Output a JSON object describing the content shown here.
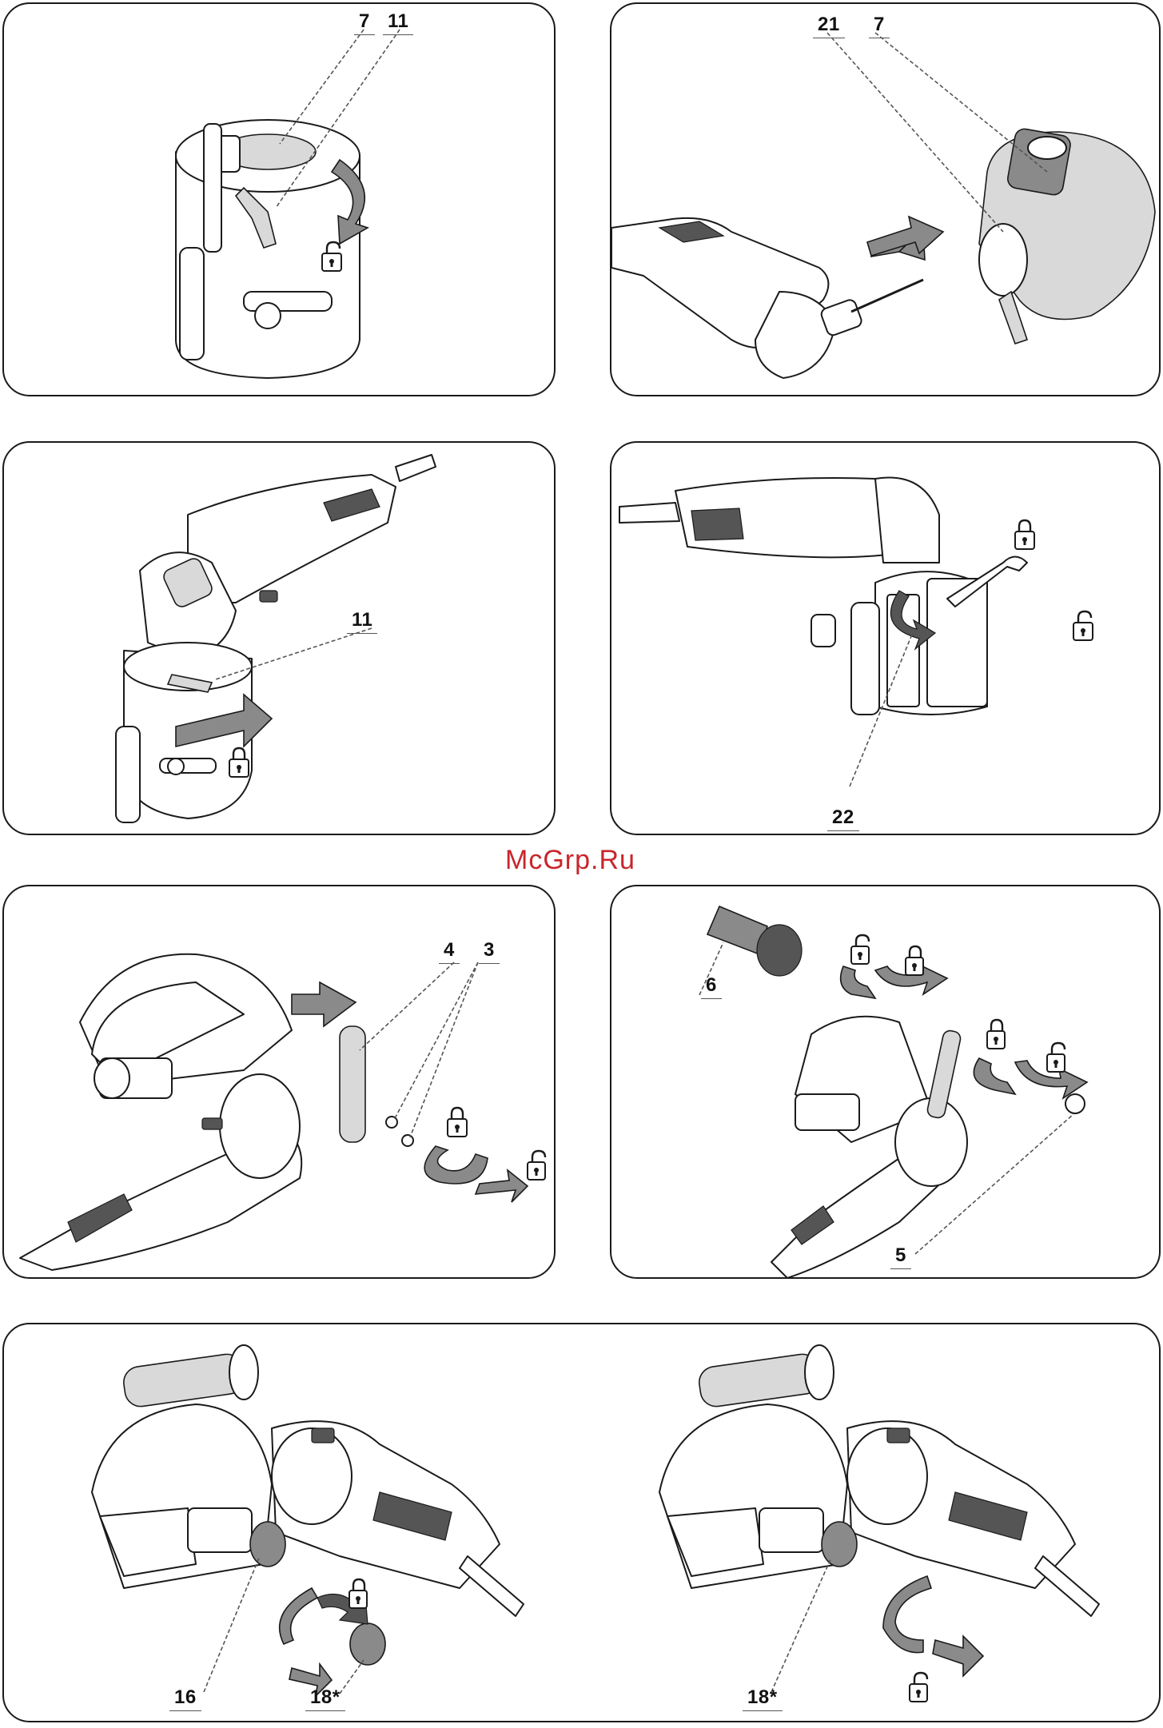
{
  "watermark": "McGrp.Ru",
  "panels": {
    "p1": {
      "callouts": [
        "7",
        "11"
      ]
    },
    "p2": {
      "callouts": [
        "21",
        "7"
      ]
    },
    "p3": {
      "callouts": [
        "11"
      ]
    },
    "p4": {
      "callouts": [
        "22"
      ]
    },
    "p5": {
      "callouts": [
        "4",
        "3"
      ]
    },
    "p6": {
      "callouts": [
        "6",
        "5"
      ]
    },
    "p7": {
      "callouts": [
        "16",
        "18*",
        "18*"
      ]
    }
  },
  "icons": {
    "lock_closed": "padlock-closed-icon",
    "lock_open": "padlock-open-icon",
    "direction_arrow": "arrow-icon",
    "rotation_arrow": "rotation-arrow-icon"
  },
  "colors": {
    "line": "#1a1a1a",
    "arrow_fill": "#8a8a8a",
    "watermark": "#c8262c"
  }
}
